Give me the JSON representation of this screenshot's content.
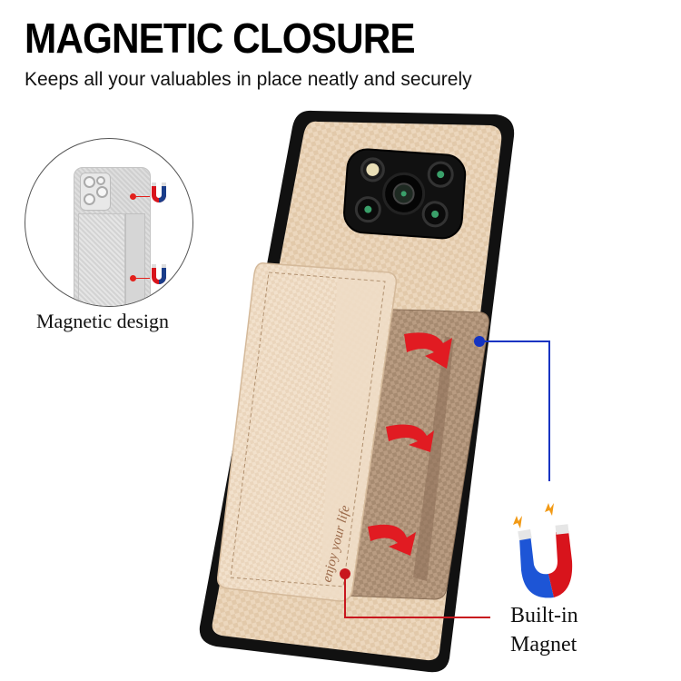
{
  "header": {
    "title": "MAGNETIC CLOSURE",
    "subtitle": "Keeps all your valuables in place neatly and securely"
  },
  "detail_inset": {
    "label": "Magnetic design",
    "magnet_icons": [
      "magnet-icon",
      "magnet-icon"
    ]
  },
  "product": {
    "name": "phone case with magnetic card holder",
    "card_holder_text": "enjoy your life",
    "case_color": "#e9d2b8",
    "bumper_color": "#111111"
  },
  "callouts": {
    "built_in_magnet": {
      "line1": "Built-in",
      "line2": "Magnet",
      "icon": "horseshoe-magnet-icon"
    }
  },
  "colors": {
    "callout_blue": "#1333c2",
    "callout_red": "#c8171e",
    "arrow_red": "#e11b22",
    "magnet_red": "#d8141c",
    "magnet_blue": "#1d55d6",
    "spark_orange": "#f29a16"
  }
}
